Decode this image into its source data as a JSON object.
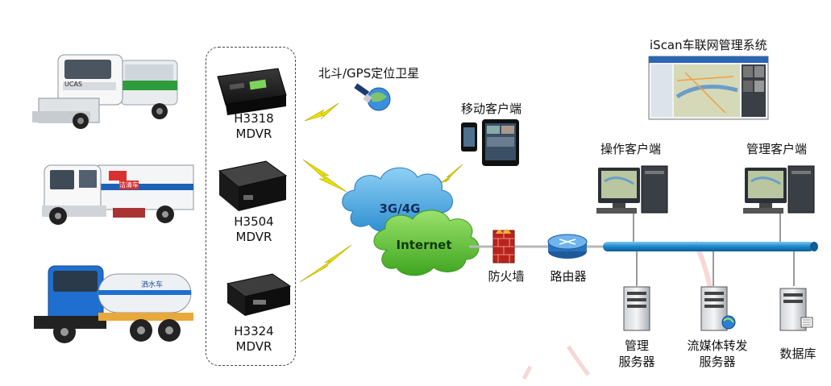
{
  "devices": [
    {
      "model": "H3318",
      "type": "MDVR"
    },
    {
      "model": "H3504",
      "type": "MDVR"
    },
    {
      "model": "H3324",
      "type": "MDVR"
    }
  ],
  "satellite_label": "北斗/GPS定位卫星",
  "mobile_client_label": "移动客户端",
  "system_label": "iScan车联网管理系统",
  "cloud_3g4g_label": "3G/4G",
  "cloud_internet_label": "Internet",
  "firewall_label": "防火墙",
  "router_label": "路由器",
  "operator_client_label": "操作客户端",
  "admin_client_label": "管理客户端",
  "servers": [
    {
      "line1": "管理",
      "line2": "服务器"
    },
    {
      "line1": "流媒体转发",
      "line2": "服务器"
    },
    {
      "line1": "数据库",
      "line2": ""
    }
  ],
  "truck_labels": [
    "UCAS",
    "洁清车",
    "洒水车"
  ],
  "colors": {
    "cloud_blue": "#4aa3df",
    "cloud_green": "#62c43a",
    "network_line": "#1e88c8",
    "lightning": "#e8e100",
    "watermark": "#f0d0d0"
  }
}
